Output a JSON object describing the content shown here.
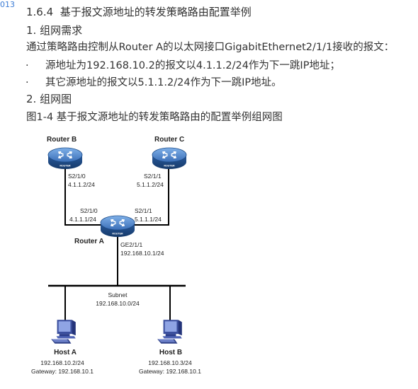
{
  "corner_label": "013",
  "heading": {
    "number": "1.6.4",
    "title": "基于报文源地址的转发策略路由配置举例"
  },
  "section1": {
    "title": "1. 组网需求"
  },
  "intro": "通过策略路由控制从Router A的以太网接口GigabitEthernet2/1/1接收的报文：",
  "bullets": [
    {
      "symbol": "·",
      "text": "源地址为192.168.10.2的报文以4.1.1.2/24作为下一跳IP地址；"
    },
    {
      "symbol": "·",
      "text": "其它源地址的报文以5.1.1.2/24作为下一跳IP地址。"
    }
  ],
  "section2": {
    "title": "2. 组网图"
  },
  "figure_caption": "图1-4 基于报文源地址的转发策略路由的配置举例组网图",
  "diagram": {
    "router_b": {
      "name": "Router B",
      "port": "S2/1/0",
      "ip": "4.1.1.2/24",
      "badge": "ROUTER"
    },
    "router_c": {
      "name": "Router C",
      "port": "S2/1/1",
      "ip": "5.1.1.2/24",
      "badge": "ROUTER"
    },
    "router_a": {
      "name": "Router A",
      "badge": "ROUTER",
      "port_left": "S2/1/0",
      "ip_left": "4.1.1.1/24",
      "port_right": "S2/1/1",
      "ip_right": "5.1.1.1/24",
      "port_down": "GE2/1/1",
      "ip_down": "192.168.10.1/24"
    },
    "subnet": {
      "label": "Subnet",
      "network": "192.168.10.0/24"
    },
    "host_a": {
      "name": "Host A",
      "ip": "192.168.10.2/24",
      "gateway": "Gateway: 192.168.10.1"
    },
    "host_b": {
      "name": "Host B",
      "ip": "192.168.10.3/24",
      "gateway": "Gateway: 192.168.10.1"
    }
  },
  "colors": {
    "router_dark": "#1f4e8a",
    "router_light": "#5b8fd0",
    "host_dark": "#3a4f9a",
    "link": "#000000"
  }
}
